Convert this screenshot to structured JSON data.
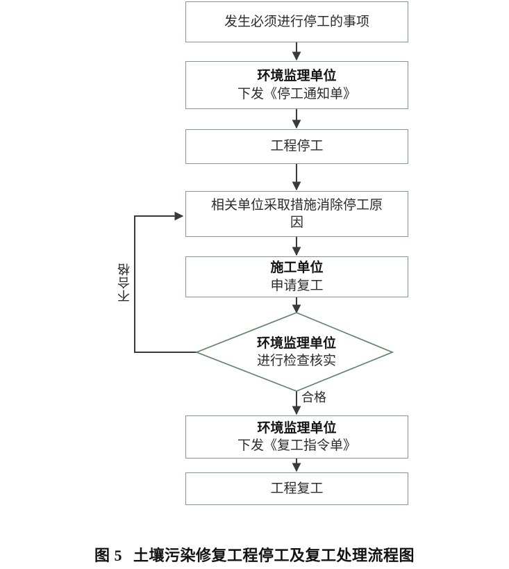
{
  "figure": {
    "caption_prefix": "图 5",
    "caption_text": "土壤污染修复工程停工及复工处理流程图",
    "colors": {
      "node_border": "#7d9c84",
      "connector": "#3a3a3a",
      "text": "#2b2b2b",
      "background": "#ffffff"
    }
  },
  "chart_data": {
    "type": "diagram",
    "title": "土壤污染修复工程停工及复工处理流程图",
    "nodes": [
      {
        "id": "n1",
        "shape": "rect",
        "lines": [
          {
            "text": "发生必须进行停工的事项",
            "bold": false
          }
        ]
      },
      {
        "id": "n2",
        "shape": "rect",
        "lines": [
          {
            "text": "环境监理单位",
            "bold": true
          },
          {
            "text": "下发《停工通知单》",
            "bold": false
          }
        ]
      },
      {
        "id": "n3",
        "shape": "rect",
        "lines": [
          {
            "text": "工程停工",
            "bold": false
          }
        ]
      },
      {
        "id": "n4",
        "shape": "rect",
        "lines": [
          {
            "text": "相关单位采取措施消除停工原",
            "bold": false
          },
          {
            "text": "因",
            "bold": false
          }
        ]
      },
      {
        "id": "n5",
        "shape": "rect",
        "lines": [
          {
            "text": "施工单位",
            "bold": true
          },
          {
            "text": "申请复工",
            "bold": false
          }
        ]
      },
      {
        "id": "n6",
        "shape": "diamond",
        "lines": [
          {
            "text": "环境监理单位",
            "bold": true
          },
          {
            "text": "进行检查核实",
            "bold": false
          }
        ]
      },
      {
        "id": "n7",
        "shape": "rect",
        "lines": [
          {
            "text": "环境监理单位",
            "bold": true
          },
          {
            "text": "下发《复工指令单》",
            "bold": false
          }
        ]
      },
      {
        "id": "n8",
        "shape": "rect",
        "lines": [
          {
            "text": "工程复工",
            "bold": false
          }
        ]
      }
    ],
    "edges": [
      {
        "from": "n1",
        "to": "n2",
        "label": ""
      },
      {
        "from": "n2",
        "to": "n3",
        "label": ""
      },
      {
        "from": "n3",
        "to": "n4",
        "label": ""
      },
      {
        "from": "n4",
        "to": "n5",
        "label": ""
      },
      {
        "from": "n5",
        "to": "n6",
        "label": ""
      },
      {
        "from": "n6",
        "to": "n7",
        "label": "合格"
      },
      {
        "from": "n6",
        "to": "n4",
        "label": "不合格"
      }
    ],
    "labels": {
      "pass": "合格",
      "fail": "不合格"
    }
  }
}
